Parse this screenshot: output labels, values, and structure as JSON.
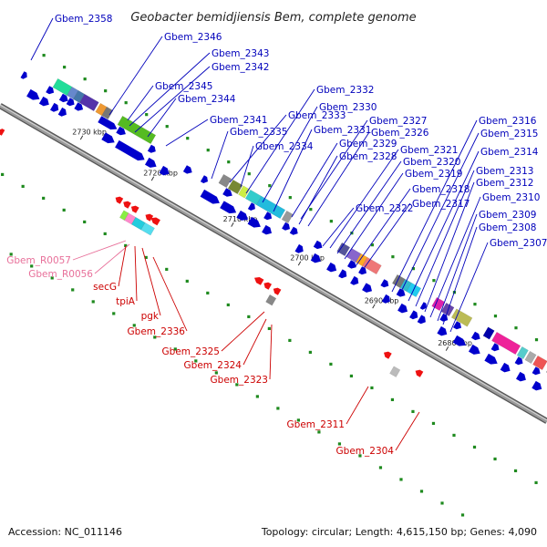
{
  "title": "Geobacter bemidjiensis Bem, complete genome",
  "footer": {
    "accession": "Accession: NC_011146",
    "summary": "Topology: circular; Length: 4,615,150 bp; Genes: 4,090"
  },
  "colors": {
    "forward_gene": "#0000cc",
    "reverse_gene": "#ee1111",
    "forward_label": "#0000bb",
    "reverse_label": "#cc0000",
    "rna_label": "#e8709a",
    "backbone": "#8c8c8c",
    "dot": "#1e8a1e"
  },
  "ticks": [
    "2730 kbp",
    "2720 kbp",
    "2710 kbp",
    "2700 kbp",
    "2690 kbp",
    "2680 kbp"
  ],
  "labels_forward": [
    "Gbem_2358",
    "Gbem_2346",
    "Gbem_2343",
    "Gbem_2342",
    "Gbem_2345",
    "Gbem_2344",
    "Gbem_2341",
    "Gbem_2332",
    "Gbem_2330",
    "Gbem_2333",
    "Gbem_2335",
    "Gbem_2331",
    "Gbem_2327",
    "Gbem_2334",
    "Gbem_2326",
    "Gbem_2329",
    "Gbem_2328",
    "Gbem_2321",
    "Gbem_2320",
    "Gbem_2319",
    "Gbem_2318",
    "Gbem_2322",
    "Gbem_2317",
    "Gbem_2316",
    "Gbem_2315",
    "Gbem_2314",
    "Gbem_2313",
    "Gbem_2312",
    "Gbem_2310",
    "Gbem_2309",
    "Gbem_2308",
    "Gbem_2307"
  ],
  "labels_reverse": [
    "secG",
    "tpiA",
    "pgk",
    "Gbem_2336",
    "Gbem_2325",
    "Gbem_2324",
    "Gbem_2323",
    "Gbem_2311",
    "Gbem_2304"
  ],
  "labels_rna": [
    "Gbem_R0057",
    "Gbem_R0056"
  ]
}
